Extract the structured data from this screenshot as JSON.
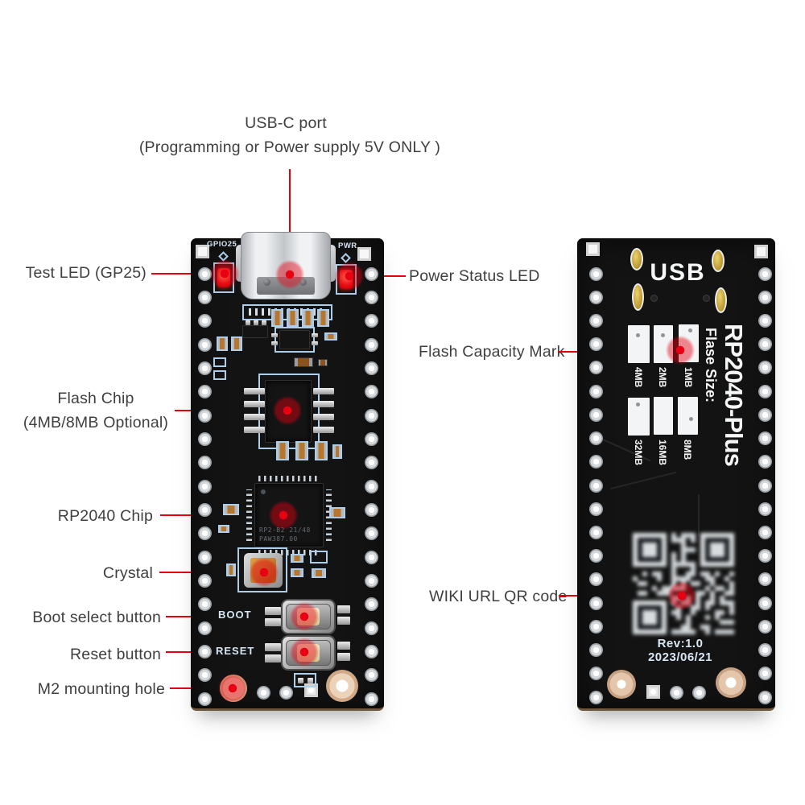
{
  "title": {
    "line1": "USB-C port",
    "line2": "(Programming or Power supply 5V ONLY )"
  },
  "callouts": {
    "test_led": "Test LED (GP25)",
    "power_led": "Power Status LED",
    "flash_capacity": "Flash Capacity Mark",
    "flash_chip_line1": "Flash Chip",
    "flash_chip_line2": "(4MB/8MB Optional)",
    "rp2040_chip": "RP2040 Chip",
    "crystal": "Crystal",
    "boot_button": "Boot select button",
    "reset_button": "Reset button",
    "m2_hole": "M2 mounting hole",
    "qr_code": "WIKI URL QR code"
  },
  "front_board": {
    "silk_gpio25": "GPIO25",
    "silk_pwr": "PWR",
    "silk_boot": "BOOT",
    "silk_reset": "RESET",
    "chip_marking_line1": "RP2-B2  21/48",
    "chip_marking_line2": "PAW387.00"
  },
  "back_board": {
    "usb_label": "USB",
    "product_name": "RP2040-Plus",
    "flash_size_heading": "Flase Size:",
    "flash_sizes_row1": [
      "4MB",
      "2MB",
      "1MB"
    ],
    "flash_sizes_row2": [
      "32MB",
      "16MB",
      "8MB"
    ],
    "marked_size": "1MB",
    "revision": "Rev:1.0",
    "date": "2023/06/21"
  },
  "colors": {
    "accent_red": "#e8000c",
    "marker_red": "#e60012",
    "pcb_black": "#131313",
    "silk_blue": "#aecde8",
    "silk_text": "#d6e5f4",
    "label_text": "#3f3f3f",
    "copper_pad": "#d3b193",
    "gold_pad": "#b8962e",
    "crystal_gold": "#e0a047",
    "white_mark": "#f2f4f5"
  }
}
